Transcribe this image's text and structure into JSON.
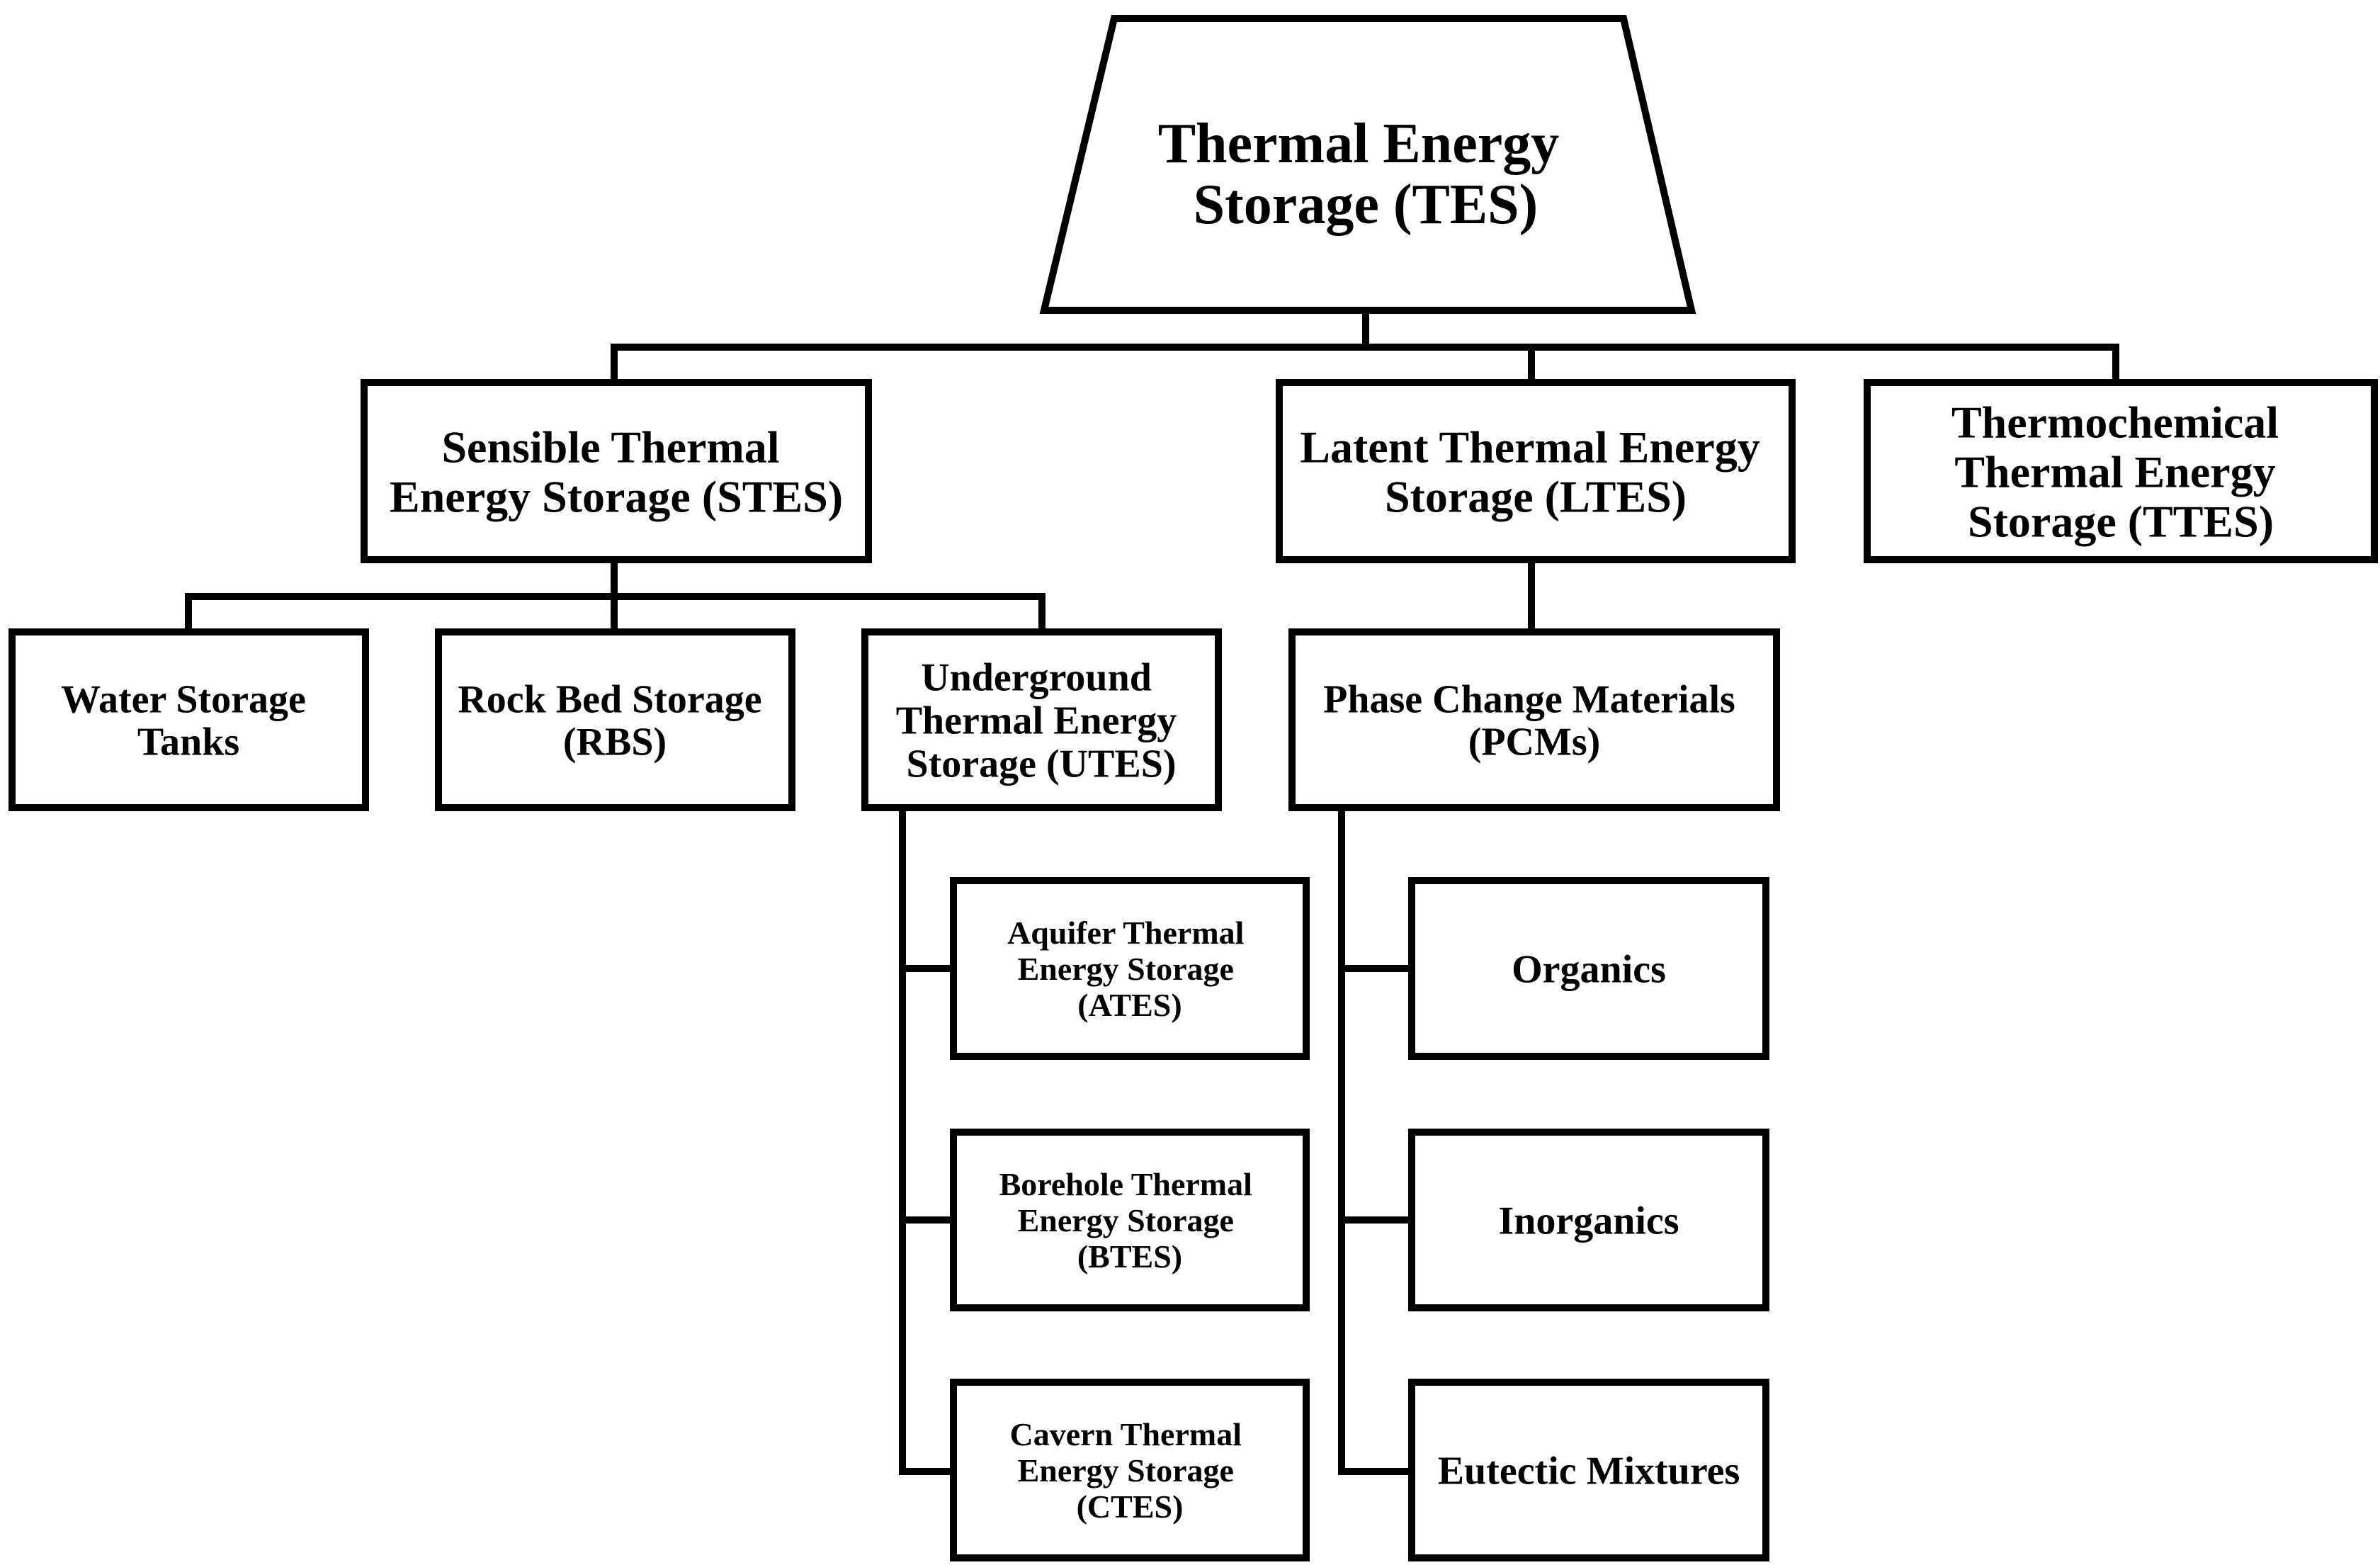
{
  "diagram": {
    "root": {
      "lines": [
        "Thermal Energy",
        "Storage (TES)"
      ]
    },
    "categories": {
      "stes": {
        "lines": [
          "Sensible Thermal",
          "Energy Storage (STES)"
        ]
      },
      "ltes": {
        "lines": [
          "Latent Thermal Energy",
          "Storage (LTES)"
        ]
      },
      "ttes": {
        "lines": [
          "Thermochemical",
          "Thermal Energy",
          "Storage (TTES)"
        ]
      }
    },
    "stes_children": {
      "water": {
        "lines": [
          "Water Storage",
          "Tanks"
        ]
      },
      "rbs": {
        "lines": [
          "Rock Bed Storage",
          "(RBS)"
        ]
      },
      "utes": {
        "lines": [
          "Underground",
          "Thermal Energy",
          "Storage (UTES)"
        ]
      }
    },
    "utes_children": {
      "ates": {
        "lines": [
          "Aquifer Thermal",
          "Energy Storage",
          "(ATES)"
        ]
      },
      "btes": {
        "lines": [
          "Borehole Thermal",
          "Energy Storage",
          "(BTES)"
        ]
      },
      "ctes": {
        "lines": [
          "Cavern Thermal",
          "Energy Storage",
          "(CTES)"
        ]
      }
    },
    "ltes_children": {
      "pcm": {
        "lines": [
          "Phase Change Materials",
          "(PCMs)"
        ]
      }
    },
    "pcm_children": {
      "organics": {
        "lines": [
          "Organics"
        ]
      },
      "inorganics": {
        "lines": [
          "Inorganics"
        ]
      },
      "eutectic": {
        "lines": [
          "Eutectic Mixtures"
        ]
      }
    }
  }
}
